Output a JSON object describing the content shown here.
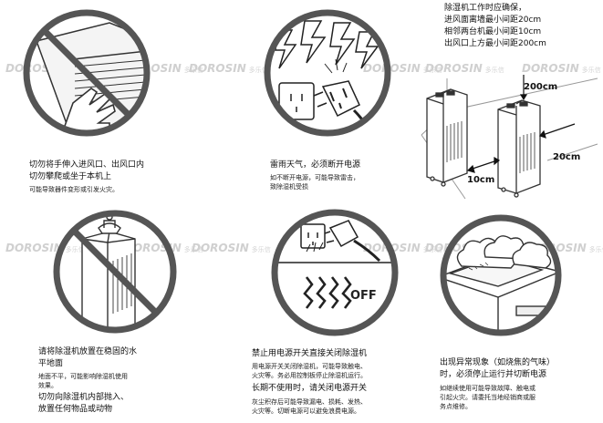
{
  "watermark": {
    "brand": "DOROSIN",
    "cn": "多乐信"
  },
  "panels": [
    {
      "lines": [
        "切勿将手伸入进风口、出风口内",
        "切勿攀爬或坐于本机上"
      ],
      "sub": [
        "可能导致器件变形或引发火灾。"
      ]
    },
    {
      "lines": [
        "雷雨天气，必须断开电源"
      ],
      "sub": [
        "如不断开电源，可能导致雷击，",
        "致除湿机受损"
      ]
    },
    {
      "lines": [
        "除湿机工作时应确保，",
        "进风面离墙最小间距20cm",
        "相邻两台机最小间距10cm",
        "出风口上方最小间距200cm"
      ],
      "dims": {
        "top": "200cm",
        "side": "20cm",
        "bottom": "10cm"
      }
    },
    {
      "lines": [
        "请将除湿机放置在稳固的水",
        "平地面"
      ],
      "sub": [
        "地面不平，可能影响除湿机使用",
        "效果。"
      ],
      "lines2": [
        "切勿向除湿机内部抛入、",
        "放置任何物品或动物"
      ]
    },
    {
      "off": "OFF",
      "lines": [
        "禁止用电源开关直接关闭除湿机"
      ],
      "sub": [
        "用电源开关关闭除湿机，可能导致触电、",
        "火灾等。务必用控制板停止除湿机运行。"
      ],
      "lines2": [
        "长期不使用时，请关闭电源开关"
      ],
      "sub2": [
        "灰尘积存后可能导致漏电、损耗、发热、",
        "火灾等。切断电源可以避免浪费电源。"
      ]
    },
    {
      "lines": [
        "出现异常现象（如烧焦的气味）",
        "时，必须停止运行并切断电源"
      ],
      "sub": [
        "如继续使用可能导致故障、触电或",
        "引起火灾。请委托当地经销商或服",
        "务点维修。"
      ]
    }
  ]
}
